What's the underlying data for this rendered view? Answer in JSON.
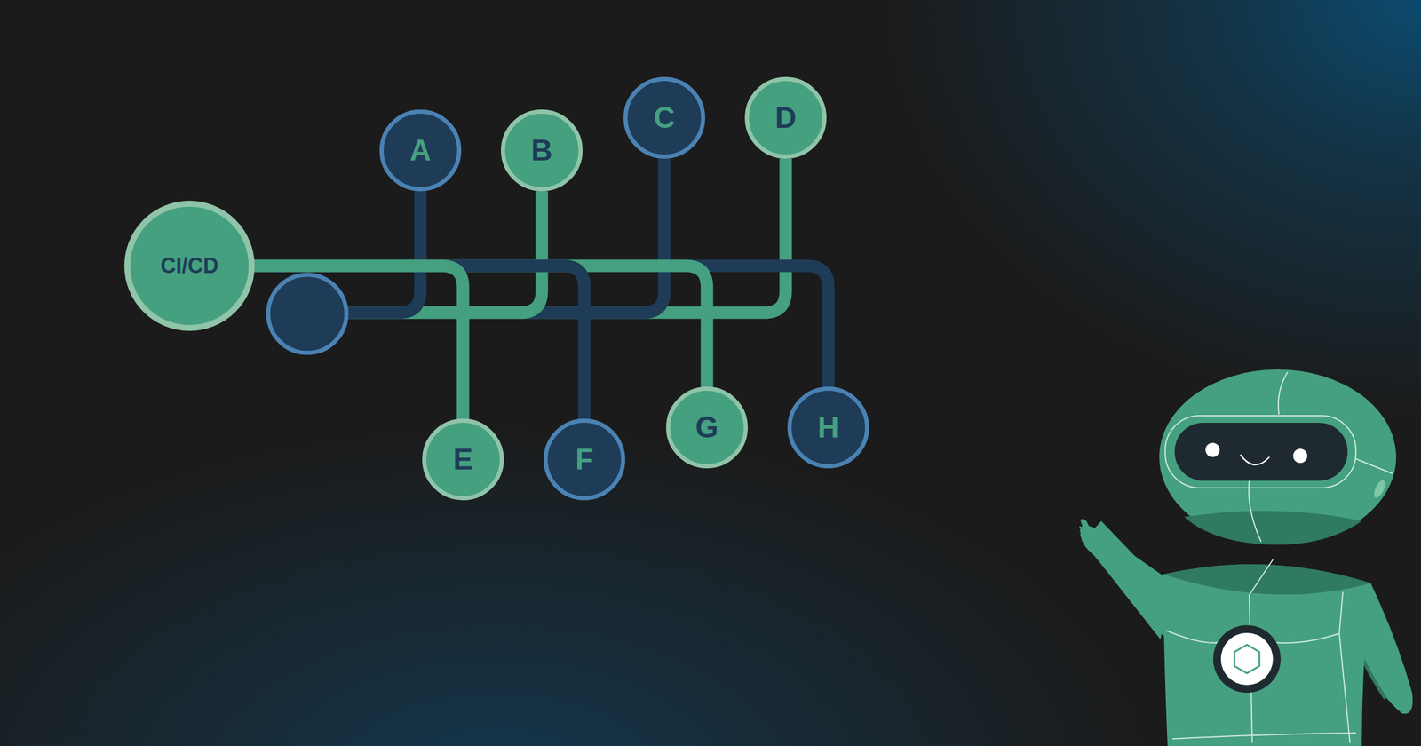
{
  "diagram": {
    "nodes": [
      {
        "text": [
          "CI/CD"
        ]
      },
      {
        "text": [
          "A"
        ]
      },
      {
        "text": [
          "B"
        ]
      },
      {
        "text": [
          "C"
        ]
      },
      {
        "text": [
          "D"
        ]
      },
      {
        "text": [
          "E"
        ]
      },
      {
        "text": [
          "F"
        ]
      },
      {
        "text": [
          "G"
        ]
      },
      {
        "text": [
          "H"
        ]
      }
    ],
    "edges": [
      {
        "from": 0,
        "to": 5,
        "arrow": "none"
      },
      {
        "from": 0,
        "to": 6,
        "arrow": "none"
      },
      {
        "from": 0,
        "to": 7,
        "arrow": "none"
      },
      {
        "from": 0,
        "to": 8,
        "arrow": "none"
      }
    ]
  }
}
